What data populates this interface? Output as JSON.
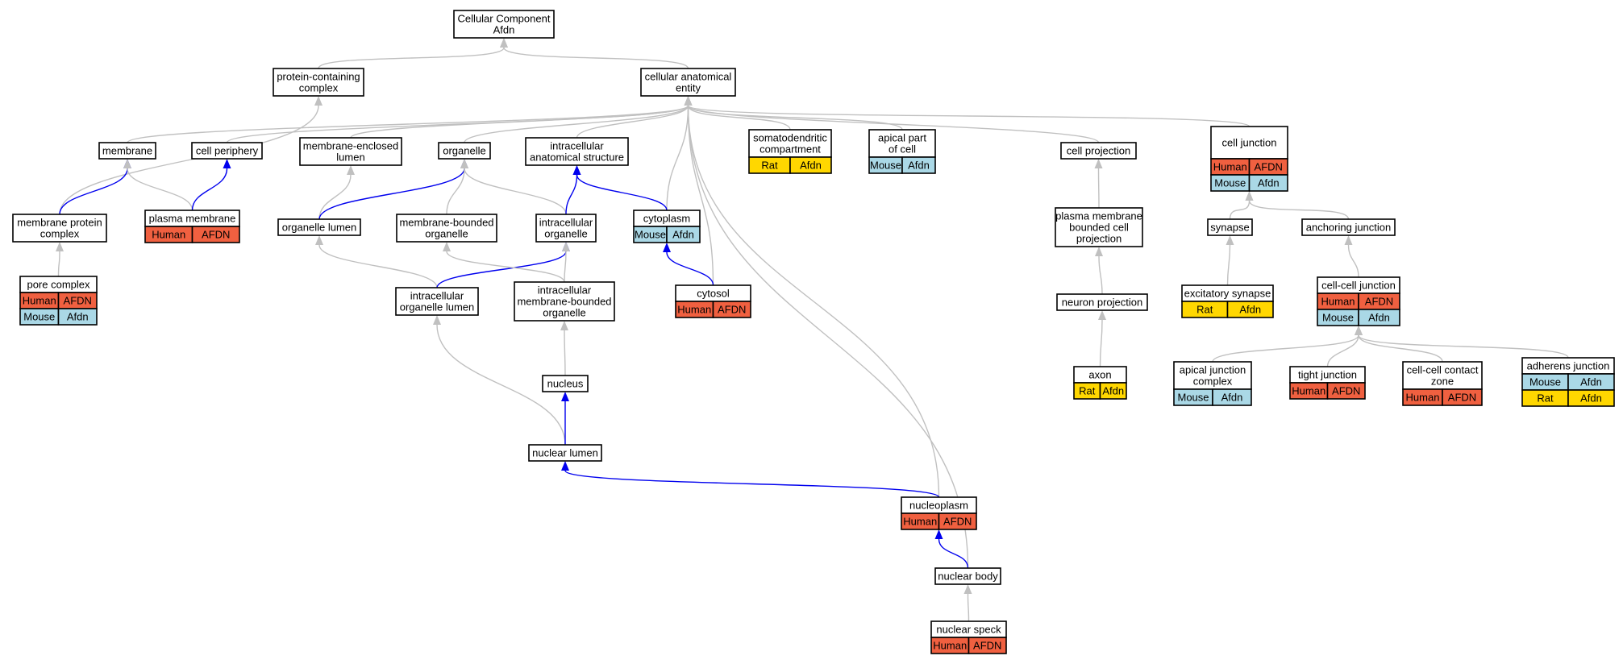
{
  "colors": {
    "human": "#f06040",
    "mouse": "#aad8e6",
    "rat": "#ffd700",
    "edge_default": "#c0c0c0",
    "edge_highlight": "#0000ee"
  },
  "nodes": [
    {
      "id": "cc",
      "lines": [
        "Cellular Component",
        "Afdn"
      ]
    },
    {
      "id": "pcc",
      "lines": [
        "protein-containing",
        "complex"
      ]
    },
    {
      "id": "cae",
      "lines": [
        "cellular anatomical",
        "entity"
      ]
    },
    {
      "id": "membrane",
      "lines": [
        "membrane"
      ]
    },
    {
      "id": "cellperiph",
      "lines": [
        "cell periphery"
      ]
    },
    {
      "id": "melumen",
      "lines": [
        "membrane-enclosed",
        "lumen"
      ]
    },
    {
      "id": "organelle",
      "lines": [
        "organelle"
      ]
    },
    {
      "id": "ias",
      "lines": [
        "intracellular",
        "anatomical structure"
      ]
    },
    {
      "id": "somato",
      "lines": [
        "somatodendritic",
        "compartment"
      ],
      "species": [
        {
          "sp": "rat",
          "name": "Rat",
          "gene": "Afdn"
        }
      ]
    },
    {
      "id": "apical",
      "lines": [
        "apical part",
        "of cell"
      ],
      "species": [
        {
          "sp": "mouse",
          "name": "Mouse",
          "gene": "Afdn"
        }
      ]
    },
    {
      "id": "cellproj",
      "lines": [
        "cell projection"
      ]
    },
    {
      "id": "celljunc",
      "lines": [
        "cell junction"
      ],
      "species": [
        {
          "sp": "human",
          "name": "Human",
          "gene": "AFDN"
        },
        {
          "sp": "mouse",
          "name": "Mouse",
          "gene": "Afdn"
        }
      ]
    },
    {
      "id": "mpc",
      "lines": [
        "membrane protein",
        "complex"
      ]
    },
    {
      "id": "pm",
      "lines": [
        "plasma membrane"
      ],
      "species": [
        {
          "sp": "human",
          "name": "Human",
          "gene": "AFDN"
        }
      ]
    },
    {
      "id": "orglumen",
      "lines": [
        "organelle lumen"
      ]
    },
    {
      "id": "mbo",
      "lines": [
        "membrane-bounded",
        "organelle"
      ]
    },
    {
      "id": "io",
      "lines": [
        "intracellular",
        "organelle"
      ]
    },
    {
      "id": "cytoplasm",
      "lines": [
        "cytoplasm"
      ],
      "species": [
        {
          "sp": "mouse",
          "name": "Mouse",
          "gene": "Afdn"
        }
      ]
    },
    {
      "id": "pmbcp",
      "lines": [
        "plasma membrane",
        "bounded cell",
        "projection"
      ]
    },
    {
      "id": "synapse",
      "lines": [
        "synapse"
      ]
    },
    {
      "id": "anchjunc",
      "lines": [
        "anchoring junction"
      ]
    },
    {
      "id": "pore",
      "lines": [
        "pore complex"
      ],
      "species": [
        {
          "sp": "human",
          "name": "Human",
          "gene": "AFDN"
        },
        {
          "sp": "mouse",
          "name": "Mouse",
          "gene": "Afdn"
        }
      ]
    },
    {
      "id": "iol",
      "lines": [
        "intracellular",
        "organelle lumen"
      ]
    },
    {
      "id": "imbo",
      "lines": [
        "intracellular",
        "membrane-bounded",
        "organelle"
      ]
    },
    {
      "id": "cytosol",
      "lines": [
        "cytosol"
      ],
      "species": [
        {
          "sp": "human",
          "name": "Human",
          "gene": "AFDN"
        }
      ]
    },
    {
      "id": "neuronproj",
      "lines": [
        "neuron projection"
      ]
    },
    {
      "id": "excsyn",
      "lines": [
        "excitatory synapse"
      ],
      "species": [
        {
          "sp": "rat",
          "name": "Rat",
          "gene": "Afdn"
        }
      ]
    },
    {
      "id": "ccjunc",
      "lines": [
        "cell-cell junction"
      ],
      "species": [
        {
          "sp": "human",
          "name": "Human",
          "gene": "AFDN"
        },
        {
          "sp": "mouse",
          "name": "Mouse",
          "gene": "Afdn"
        }
      ]
    },
    {
      "id": "nucleus",
      "lines": [
        "nucleus"
      ]
    },
    {
      "id": "axon",
      "lines": [
        "axon"
      ],
      "species": [
        {
          "sp": "rat",
          "name": "Rat",
          "gene": "Afdn"
        }
      ]
    },
    {
      "id": "ajc",
      "lines": [
        "apical junction",
        "complex"
      ],
      "species": [
        {
          "sp": "mouse",
          "name": "Mouse",
          "gene": "Afdn"
        }
      ]
    },
    {
      "id": "tj",
      "lines": [
        "tight junction"
      ],
      "species": [
        {
          "sp": "human",
          "name": "Human",
          "gene": "AFDN"
        }
      ]
    },
    {
      "id": "cccz",
      "lines": [
        "cell-cell contact",
        "zone"
      ],
      "species": [
        {
          "sp": "human",
          "name": "Human",
          "gene": "AFDN"
        }
      ]
    },
    {
      "id": "adherens",
      "lines": [
        "adherens junction"
      ],
      "species": [
        {
          "sp": "mouse",
          "name": "Mouse",
          "gene": "Afdn"
        },
        {
          "sp": "rat",
          "name": "Rat",
          "gene": "Afdn"
        }
      ]
    },
    {
      "id": "nuclumen",
      "lines": [
        "nuclear lumen"
      ]
    },
    {
      "id": "nucleoplasm",
      "lines": [
        "nucleoplasm"
      ],
      "species": [
        {
          "sp": "human",
          "name": "Human",
          "gene": "AFDN"
        }
      ]
    },
    {
      "id": "nucbody",
      "lines": [
        "nuclear body"
      ]
    },
    {
      "id": "nucspeck",
      "lines": [
        "nuclear speck"
      ],
      "species": [
        {
          "sp": "human",
          "name": "Human",
          "gene": "AFDN"
        }
      ]
    }
  ],
  "edges": [
    {
      "from": "pcc",
      "to": "cc"
    },
    {
      "from": "cae",
      "to": "cc"
    },
    {
      "from": "membrane",
      "to": "cae"
    },
    {
      "from": "cellperiph",
      "to": "cae"
    },
    {
      "from": "melumen",
      "to": "cae"
    },
    {
      "from": "organelle",
      "to": "cae"
    },
    {
      "from": "ias",
      "to": "cae"
    },
    {
      "from": "somato",
      "to": "cae"
    },
    {
      "from": "apical",
      "to": "cae"
    },
    {
      "from": "cellproj",
      "to": "cae"
    },
    {
      "from": "celljunc",
      "to": "cae"
    },
    {
      "from": "cytoplasm",
      "to": "cae"
    },
    {
      "from": "cytosol",
      "to": "cae"
    },
    {
      "from": "nucleoplasm",
      "to": "cae"
    },
    {
      "from": "nucbody",
      "to": "cae"
    },
    {
      "from": "mpc",
      "to": "pcc"
    },
    {
      "from": "mpc",
      "to": "membrane",
      "hl": true
    },
    {
      "from": "pm",
      "to": "membrane"
    },
    {
      "from": "pm",
      "to": "cellperiph",
      "hl": true
    },
    {
      "from": "orglumen",
      "to": "melumen"
    },
    {
      "from": "orglumen",
      "to": "organelle",
      "hl": true
    },
    {
      "from": "mbo",
      "to": "organelle"
    },
    {
      "from": "io",
      "to": "organelle"
    },
    {
      "from": "io",
      "to": "ias",
      "hl": true
    },
    {
      "from": "cytoplasm",
      "to": "ias",
      "hl": true
    },
    {
      "from": "pmbcp",
      "to": "cellproj"
    },
    {
      "from": "synapse",
      "to": "celljunc"
    },
    {
      "from": "anchjunc",
      "to": "celljunc"
    },
    {
      "from": "pore",
      "to": "mpc"
    },
    {
      "from": "iol",
      "to": "orglumen"
    },
    {
      "from": "iol",
      "to": "io",
      "hl": true
    },
    {
      "from": "imbo",
      "to": "mbo"
    },
    {
      "from": "imbo",
      "to": "io"
    },
    {
      "from": "cytosol",
      "to": "cytoplasm",
      "hl": true
    },
    {
      "from": "neuronproj",
      "to": "pmbcp"
    },
    {
      "from": "excsyn",
      "to": "synapse"
    },
    {
      "from": "ccjunc",
      "to": "anchjunc"
    },
    {
      "from": "nucleus",
      "to": "imbo"
    },
    {
      "from": "axon",
      "to": "neuronproj"
    },
    {
      "from": "ajc",
      "to": "ccjunc"
    },
    {
      "from": "tj",
      "to": "ccjunc"
    },
    {
      "from": "cccz",
      "to": "ccjunc"
    },
    {
      "from": "adherens",
      "to": "ccjunc"
    },
    {
      "from": "nuclumen",
      "to": "iol"
    },
    {
      "from": "nuclumen",
      "to": "nucleus",
      "hl": true
    },
    {
      "from": "nucleoplasm",
      "to": "nuclumen",
      "hl": true
    },
    {
      "from": "nucbody",
      "to": "nucleoplasm",
      "hl": true
    },
    {
      "from": "nucspeck",
      "to": "nucbody"
    }
  ]
}
